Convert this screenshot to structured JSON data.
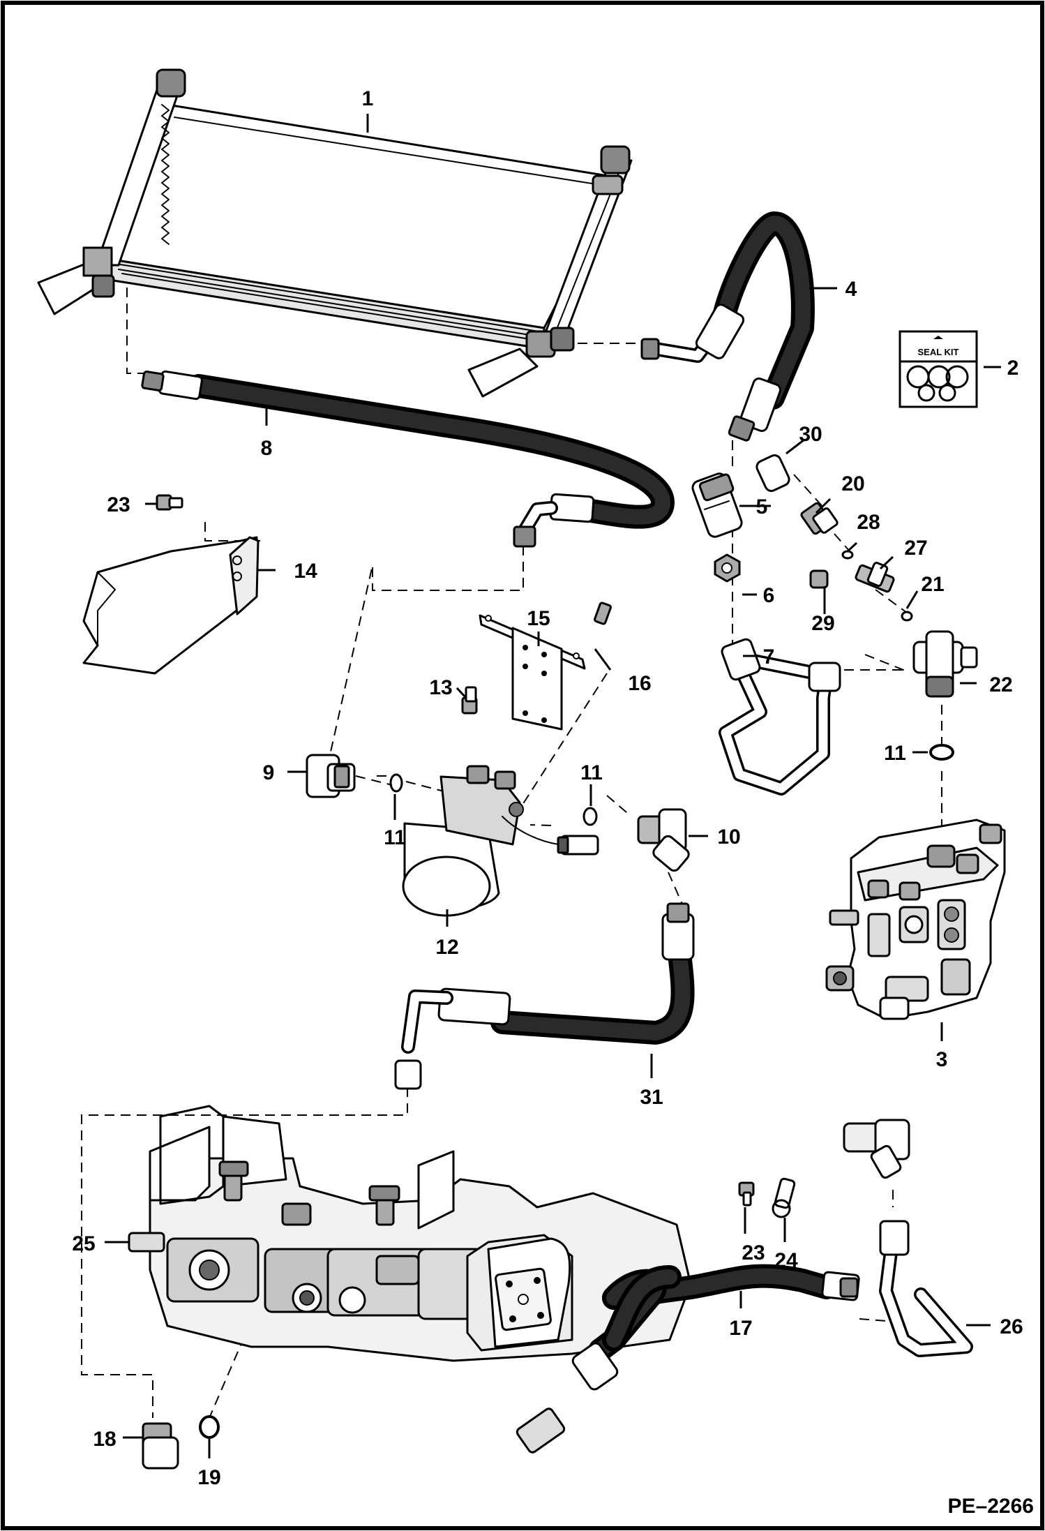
{
  "drawing": {
    "code": "PE–2266",
    "seal_kit_label": "SEAL KIT",
    "callouts": [
      "1",
      "2",
      "3",
      "4",
      "5",
      "6",
      "7",
      "8",
      "9",
      "10",
      "11",
      "11",
      "11",
      "12",
      "13",
      "14",
      "15",
      "16",
      "17",
      "18",
      "19",
      "20",
      "21",
      "22",
      "23",
      "23",
      "24",
      "25",
      "26",
      "27",
      "28",
      "29",
      "30",
      "31"
    ]
  }
}
